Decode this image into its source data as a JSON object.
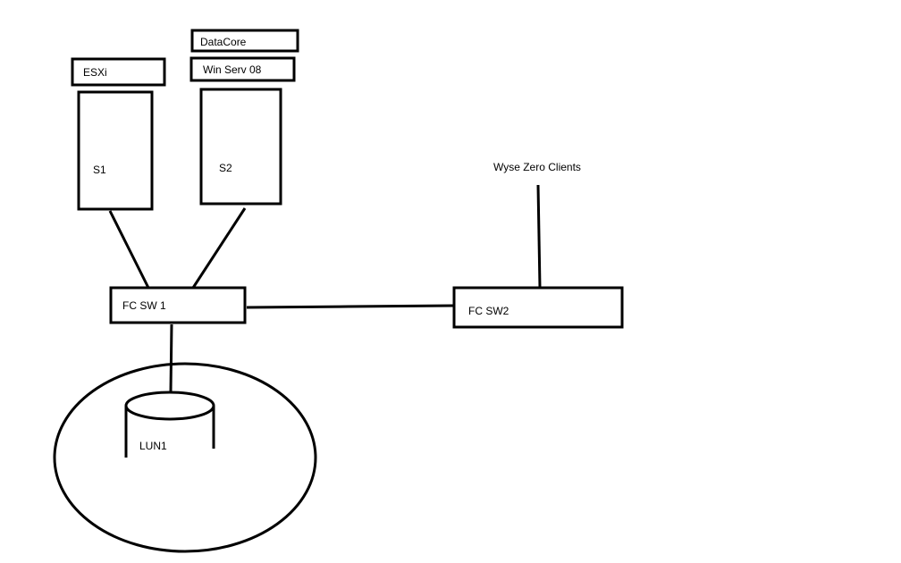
{
  "diagram": {
    "labels": {
      "esxi": "ESXi",
      "datacore": "DataCore",
      "winserv": "Win Serv 08",
      "s1": "S1",
      "s2": "S2",
      "fcsw1": "FC SW 1",
      "fcsw2": "FC SW2",
      "wyse": "Wyse Zero Clients",
      "lun1": "LUN1"
    },
    "colors": {
      "stroke": "#000000",
      "background": "#ffffff"
    }
  }
}
